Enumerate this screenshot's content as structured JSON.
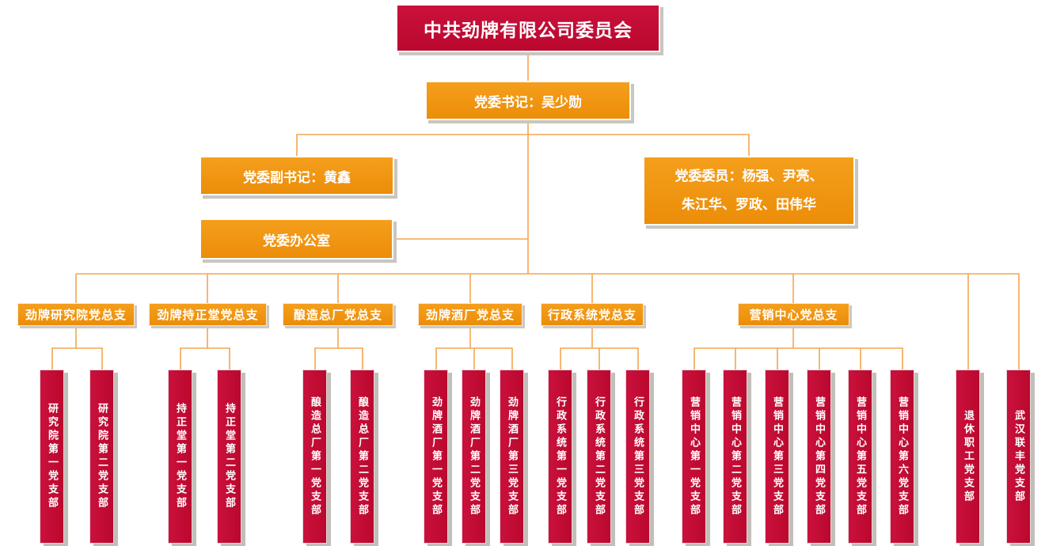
{
  "title": "中共劲牌有限公司委员会",
  "leadership": {
    "secretary": "党委书记：吴少勋",
    "deputy_secretary": "党委副书记：黄鑫",
    "committee_members_line1": "党委委员：杨强、尹亮、",
    "committee_members_line2": "朱江华、罗政、田伟华",
    "office": "党委办公室"
  },
  "branches": [
    {
      "header": "劲牌研究院党总支",
      "columns": [
        "研究院第一党支部",
        "研究院第二党支部"
      ]
    },
    {
      "header": "劲牌持正堂党总支",
      "columns": [
        "持正堂第一党支部",
        "持正堂第二党支部"
      ]
    },
    {
      "header": "酿造总厂党总支",
      "columns": [
        "酿造总厂第一党支部",
        "酿造总厂第二党支部"
      ]
    },
    {
      "header": "劲牌酒厂党总支",
      "columns": [
        "劲牌酒厂第一党支部",
        "劲牌酒厂第二党支部",
        "劲牌酒厂第三党支部"
      ]
    },
    {
      "header": "行政系统党总支",
      "columns": [
        "行政系统第一党支部",
        "行政系统第二党支部",
        "行政系统第三党支部"
      ]
    },
    {
      "header": "营销中心党总支",
      "columns": [
        "营销中心第一党支部",
        "营销中心第二党支部",
        "营销中心第三党支部",
        "营销中心第四党支部",
        "营销中心第五党支部",
        "营销中心第六党支部"
      ]
    }
  ],
  "direct_branches": [
    "退休职工党支部",
    "武汉联丰党支部"
  ],
  "colors": {
    "crimson": "#C10A35",
    "orange": "#F0930E",
    "connector": "#F5A54E",
    "shadow": "#C8C4BF",
    "text": "#FFFFFF"
  }
}
